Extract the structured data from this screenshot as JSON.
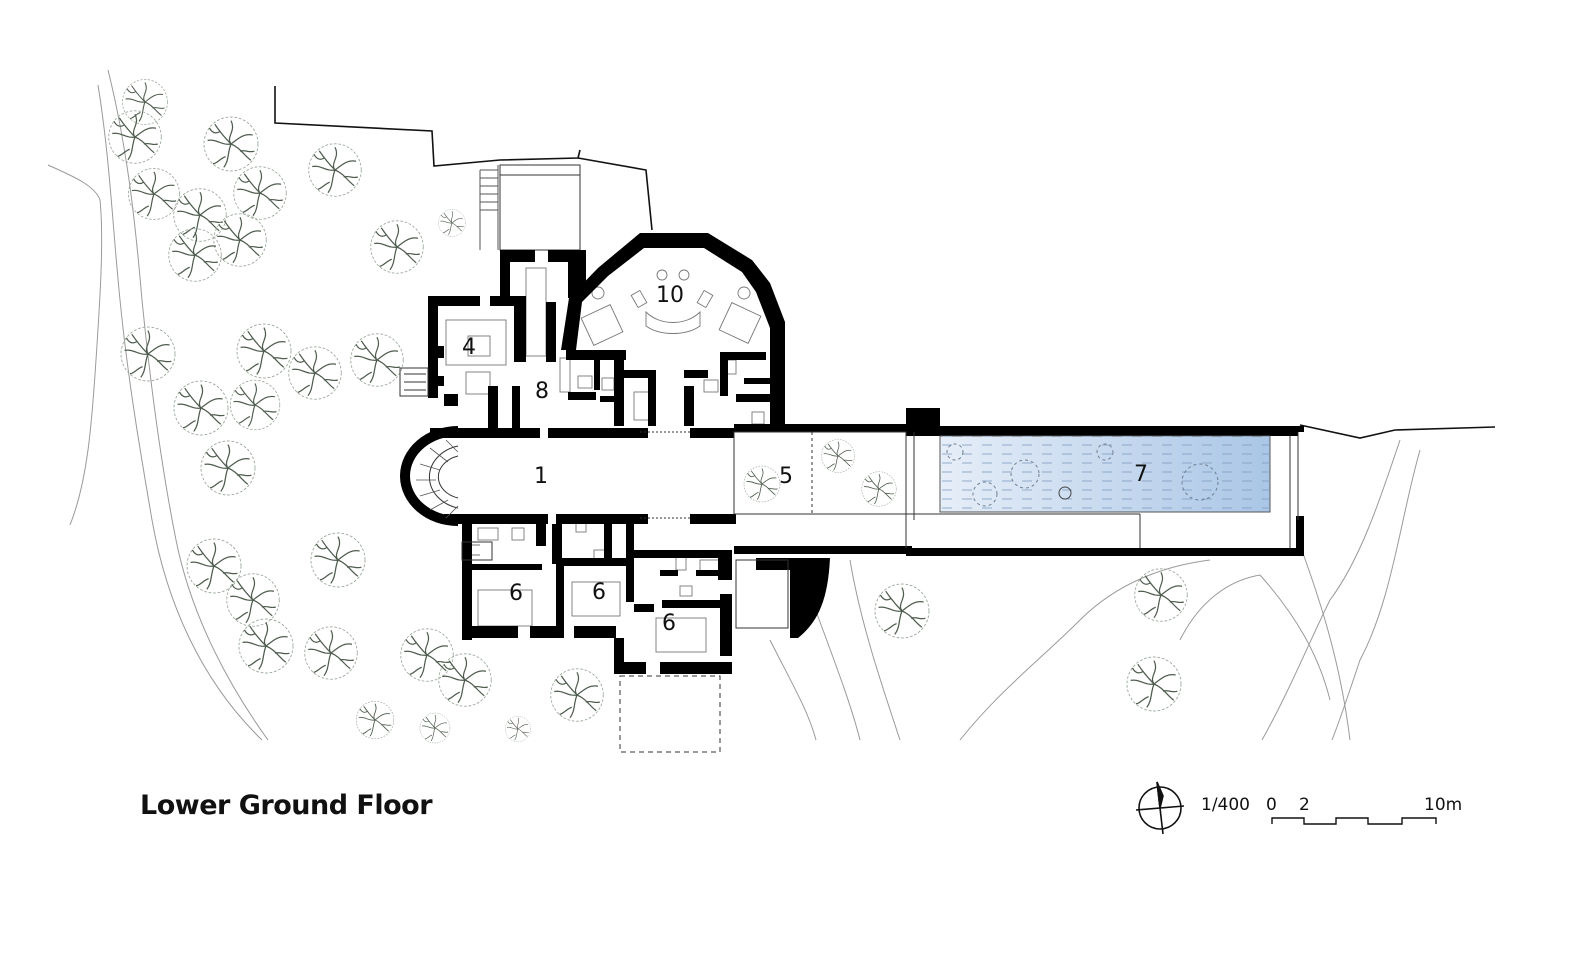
{
  "title": "Lower Ground Floor",
  "scale": {
    "ratio": "1/400",
    "tick_start": "0",
    "tick_mid": "2",
    "tick_end": "10m"
  },
  "rooms": {
    "r1": "1",
    "r4": "4",
    "r5": "5",
    "r6a": "6",
    "r6b": "6",
    "r6c": "6",
    "r7": "7",
    "r8": "8",
    "r10": "10"
  },
  "colors": {
    "wall": "#000000",
    "pool": "#cfe0f2",
    "tree": "#5d6b5d",
    "terrain": "#9a9a9a"
  }
}
